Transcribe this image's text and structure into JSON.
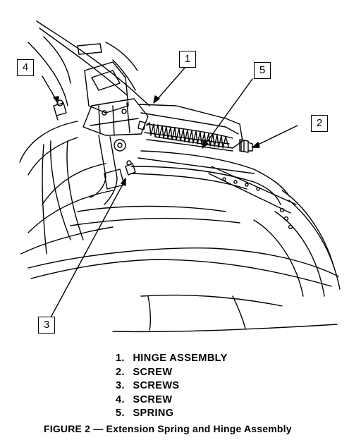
{
  "callouts": [
    "1",
    "2",
    "3",
    "4",
    "5"
  ],
  "legend": [
    {
      "number": "1.",
      "text": "HINGE ASSEMBLY"
    },
    {
      "number": "2.",
      "text": "SCREW"
    },
    {
      "number": "3.",
      "text": "SCREWS"
    },
    {
      "number": "4.",
      "text": "SCREW"
    },
    {
      "number": "5.",
      "text": "SPRING"
    }
  ],
  "caption": "FIGURE 2  — Extension Spring and Hinge Assembly"
}
